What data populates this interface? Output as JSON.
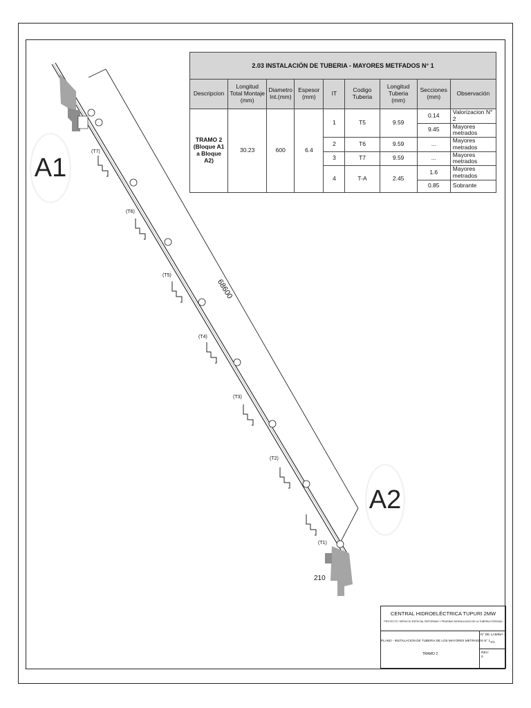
{
  "table": {
    "title": "2.03 INSTALACIÓN DE TUBERIA - MAYORES METFADOS N° 1",
    "headers": [
      "Descripcion",
      "Longitud Total Montaje (mm)",
      "Diametro Int.(mm)",
      "Espesor (mm)",
      "IT",
      "Codigo Tuberia",
      "Longitud Tuberia (mm)",
      "Secciones (mm)",
      "Observación"
    ],
    "description": "TRAMO 2 (Bloque A1 a Bloque A2)",
    "total_length": "30.23",
    "diameter": "600",
    "thickness": "6.4",
    "items": [
      {
        "it": "1",
        "code": "T5",
        "length": "9.59"
      },
      {
        "it": "2",
        "code": "T6",
        "length": "9.59"
      },
      {
        "it": "3",
        "code": "T7",
        "length": "9.59"
      },
      {
        "it": "4",
        "code": "T-A",
        "length": "2.45"
      }
    ],
    "sections": [
      "0.14",
      "9.45",
      "...",
      "...",
      "1.6",
      "0.85"
    ],
    "observations": [
      "Valorizacion N° 2",
      "Mayores metrados",
      "Mayores metrados",
      "Mayores metrados",
      "Mayores metrados",
      "Sobrante"
    ]
  },
  "labels": {
    "block_a1": "A1",
    "block_a2": "A2",
    "dim_main": "68600",
    "dim_small": "210",
    "pipes": [
      "(T7)",
      "(T6)",
      "(T5)",
      "(T4)",
      "(T3)",
      "(T2)",
      "(T1)"
    ]
  },
  "title_block": {
    "company": "CENTRAL HIDROELÉCTRICA TUPURI 2MW",
    "project": "PROYECTO: SERVICIO ESPECIAL REFORMAS Y PRUEBAS HIDRAULICAS DE LA TUBERIA FORZADA",
    "plan": "PLANO - INSTALACION DE TUBERIA DE LOS MAYORES METRADOS N° 1",
    "section": "TRAMO 2",
    "sheet_label": "N° DE LAMINA :",
    "sheet_value": "1/1",
    "rev_label": "REV:",
    "rev_value": "0"
  }
}
